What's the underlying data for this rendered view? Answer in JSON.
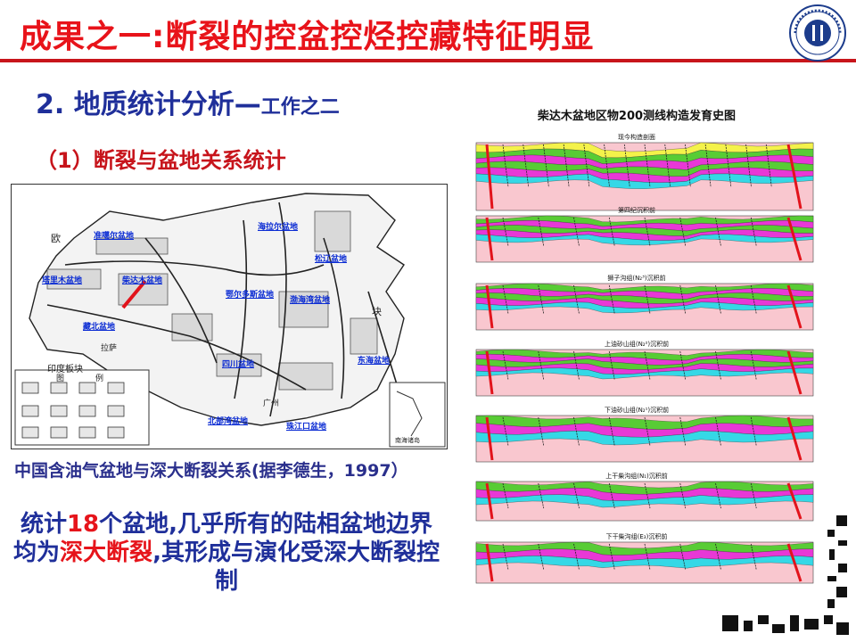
{
  "header": {
    "title": "成果之一:断裂的控盆控烃控藏特征明显"
  },
  "subtitle": {
    "main": "2. 地质统计分析—",
    "tail": "工作之二"
  },
  "section": {
    "label": "（1）断裂与盆地关系统计"
  },
  "map": {
    "caption": "中国含油气盆地与深大断裂关系(据李德生，1997）",
    "basins": [
      "准噶尔盆地",
      "塔里木盆地",
      "柴达木盆地",
      "藏北盆地",
      "鄂尔多斯盆地",
      "渤海湾盆地",
      "松辽盆地",
      "海拉尔盆地",
      "四川盆地",
      "北部湾盆地",
      "珠江口盆地",
      "东海盆地"
    ],
    "marks": [
      "欧",
      "块",
      "拉萨",
      "印度板块",
      "图",
      "例",
      "南海诸岛",
      "广州"
    ]
  },
  "conclusion": {
    "part1": "统计",
    "number": "18",
    "part2": "个盆地,几乎所有的陆相盆地边界均为",
    "highlight": "深大断裂",
    "part3": ",其形成与演化受深大断裂控制"
  },
  "figure": {
    "title": "柴达木盆地区物200测线构造发育史图",
    "panels": [
      "现今构造剖面",
      "第四纪沉积前",
      "狮子沟组(N₂³)沉积前",
      "上油砂山组(N₂²)沉积前",
      "下油砂山组(N₂¹)沉积前",
      "上干柴沟组(N₁)沉积前",
      "下干柴沟组(E₃)沉积前"
    ]
  },
  "colors": {
    "title_red": "#e8131a",
    "rule_red": "#c8151b",
    "text_blue": "#1f2f9a",
    "label_blue": "#0a2bd3",
    "layer_pink": "#f9c7cf",
    "layer_magenta": "#e838d6",
    "layer_green": "#58cc35",
    "layer_yellow": "#f4f24a",
    "layer_cyan": "#35d8e6"
  },
  "icons": [
    "university-seal-icon",
    "qr-code-icon"
  ]
}
